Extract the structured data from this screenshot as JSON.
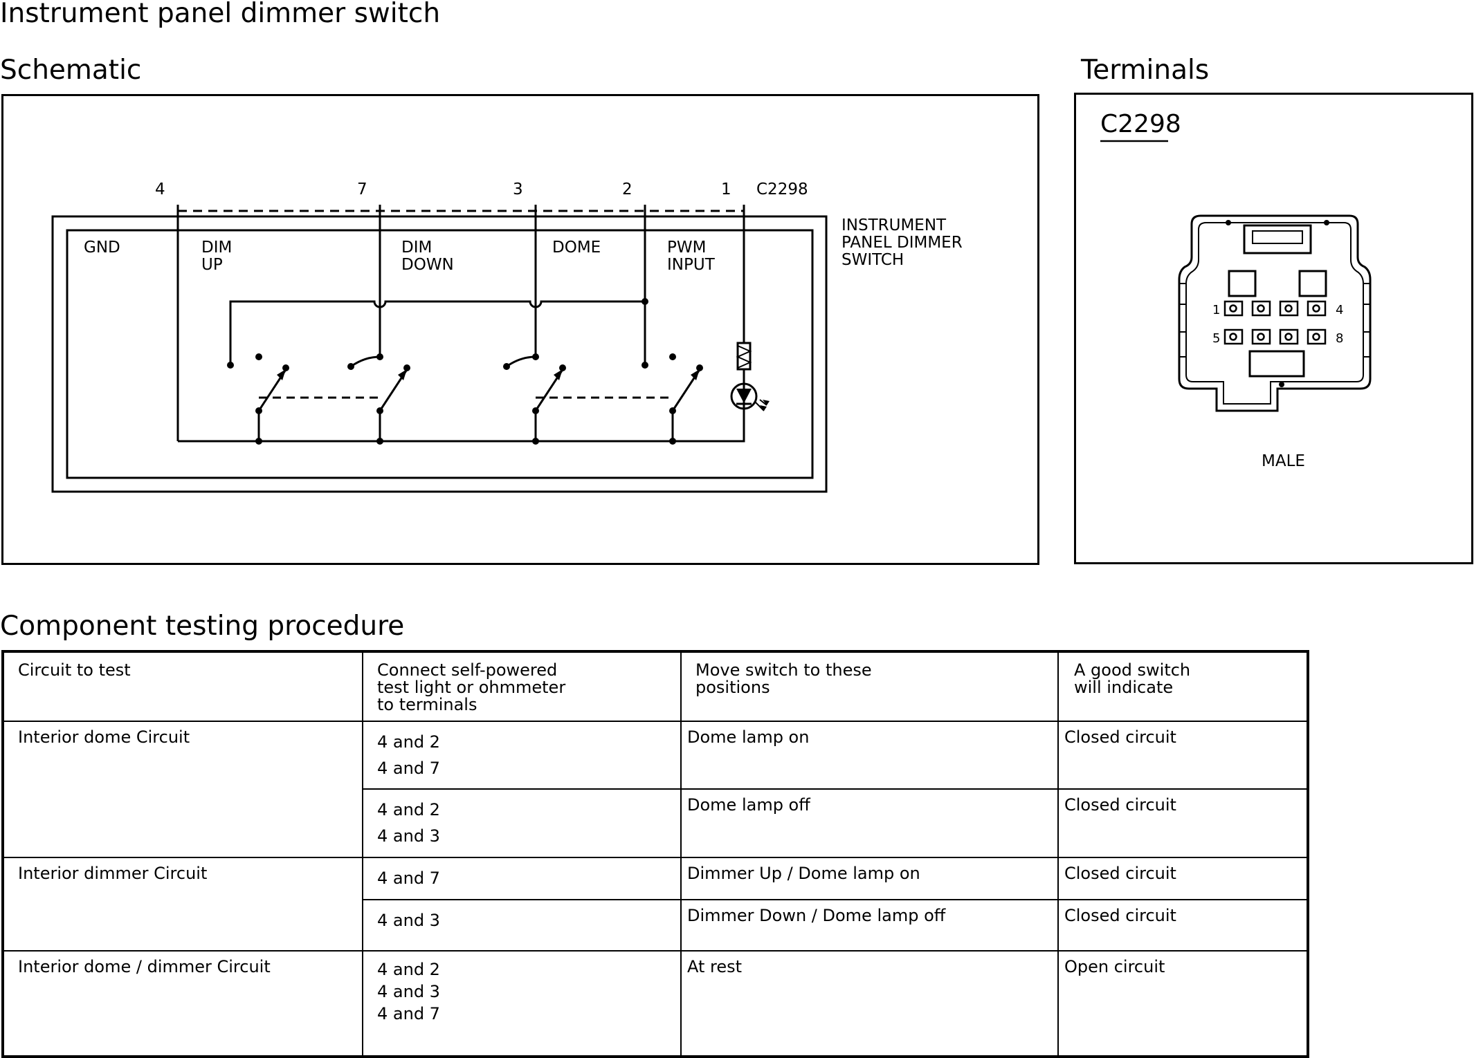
{
  "title": "Instrument panel dimmer switch",
  "sections": {
    "schematic": "Schematic",
    "terminals": "Terminals",
    "procedure": "Component testing procedure"
  },
  "schematic": {
    "pins": [
      "4",
      "7",
      "3",
      "2",
      "1"
    ],
    "connector": "C2298",
    "component_label": [
      "INSTRUMENT",
      "PANEL DIMMER",
      "SWITCH"
    ],
    "positions": [
      {
        "line1": "GND",
        "line2": ""
      },
      {
        "line1": "DIM",
        "line2": "UP"
      },
      {
        "line1": "DIM",
        "line2": "DOWN"
      },
      {
        "line1": "DOME",
        "line2": ""
      },
      {
        "line1": "PWM",
        "line2": "INPUT"
      }
    ]
  },
  "terminals": {
    "connector": "C2298",
    "pin_labels": {
      "top_left": "1",
      "top_right": "4",
      "bottom_left": "5",
      "bottom_right": "8"
    },
    "gender": "MALE"
  },
  "table": {
    "headers": [
      [
        "Circuit to test"
      ],
      [
        "Connect self-powered",
        "test light or ohmmeter",
        "to terminals"
      ],
      [
        "Move switch to these",
        "positions"
      ],
      [
        "A good switch",
        "will indicate"
      ]
    ],
    "groups": [
      {
        "circuit": "Interior dome Circuit",
        "rows": [
          {
            "terminals": [
              "4 and 2",
              "4 and 7"
            ],
            "position": "Dome lamp on",
            "result": "Closed circuit"
          },
          {
            "terminals": [
              "4 and 2",
              "4 and 3"
            ],
            "position": "Dome lamp off",
            "result": "Closed circuit"
          }
        ]
      },
      {
        "circuit": "Interior dimmer Circuit",
        "rows": [
          {
            "terminals": [
              "4 and 7"
            ],
            "position": "Dimmer Up / Dome lamp on",
            "result": "Closed circuit"
          },
          {
            "terminals": [
              "4 and 3"
            ],
            "position": "Dimmer Down / Dome lamp off",
            "result": "Closed circuit"
          }
        ]
      },
      {
        "circuit": "Interior dome / dimmer Circuit",
        "rows": [
          {
            "terminals": [
              "4 and 2",
              "4 and 3",
              "4 and 7"
            ],
            "position": "At rest",
            "result": "Open circuit"
          }
        ]
      }
    ]
  }
}
